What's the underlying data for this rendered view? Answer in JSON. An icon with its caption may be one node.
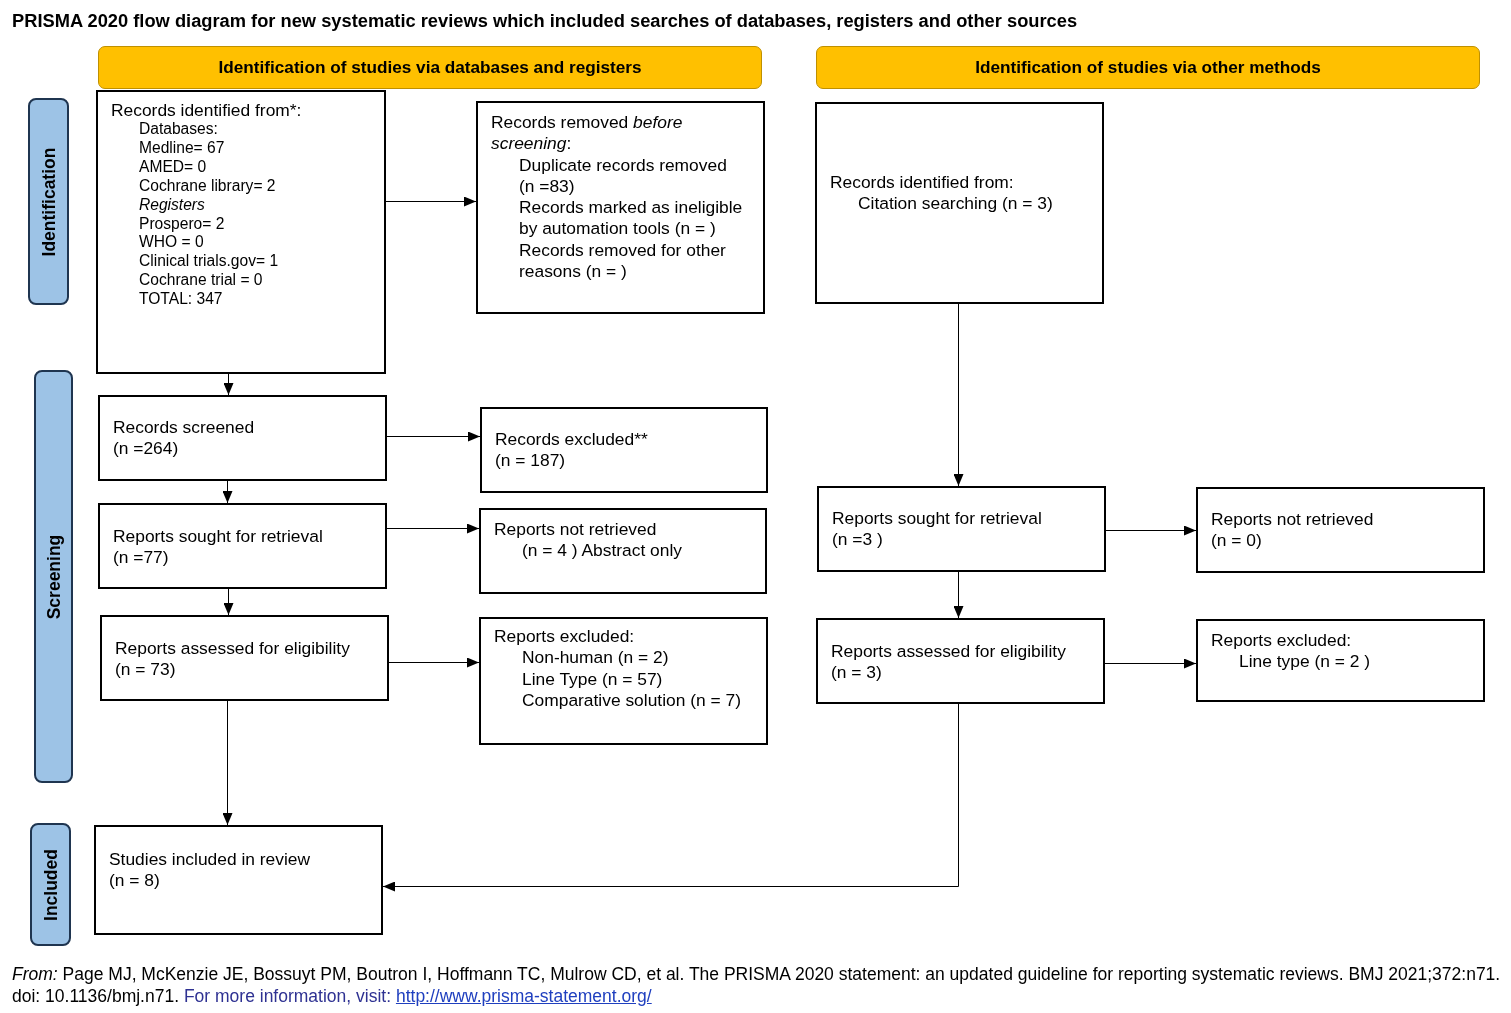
{
  "diagram": {
    "title": "PRISMA 2020 flow diagram for new systematic reviews which included searches of databases, registers and other sources",
    "nodes": [
      {
        "text": [
          "Identification of studies via databases and registers"
        ]
      },
      {
        "text": [
          "Identification of studies via other methods"
        ]
      },
      {
        "text": [
          "Identification"
        ]
      },
      {
        "text": [
          "Records identified from*:",
          "Databases:",
          "Medline= 67",
          "AMED= 0",
          "Cochrane library= 2",
          "Registers",
          "Prospero= 2",
          "WHO = 0",
          "Clinical trials.gov= 1",
          "Cochrane trial = 0",
          "TOTAL: 347"
        ]
      },
      {
        "text": [
          "Records removed *before screening*:",
          "Duplicate records removed (n =83)",
          "Records marked as ineligible by automation tools (n = )",
          "Records removed for other reasons (n = )"
        ]
      },
      {
        "text": [
          "Records identified from:",
          "Citation searching (n = 3)"
        ]
      },
      {
        "text": [
          "Screening"
        ]
      },
      {
        "text": [
          "Records screened",
          "(n =264)"
        ]
      },
      {
        "text": [
          "Records excluded**",
          "(n = 187)"
        ]
      },
      {
        "text": [
          "Reports sought for retrieval",
          "(n =77)"
        ]
      },
      {
        "text": [
          "Reports not retrieved",
          "(n = 4 ) Abstract only"
        ]
      },
      {
        "text": [
          "Reports assessed for eligibility",
          "(n = 73)"
        ]
      },
      {
        "text": [
          "Reports excluded:",
          "Non-human (n = 2)",
          "Line Type (n = 57)",
          "Comparative solution (n = 7)"
        ]
      },
      {
        "text": [
          "Reports sought for retrieval",
          "(n =3 )"
        ]
      },
      {
        "text": [
          "Reports not retrieved",
          "(n = 0)"
        ]
      },
      {
        "text": [
          "Reports assessed for eligibility",
          "(n = 3)"
        ]
      },
      {
        "text": [
          "Reports excluded:",
          "Line type (n = 2 )"
        ]
      },
      {
        "text": [
          "Included"
        ]
      },
      {
        "text": [
          "Studies included in review",
          "(n = 8)"
        ]
      }
    ],
    "edges": [
      {
        "from": 3,
        "to": 4,
        "arrow": "to"
      },
      {
        "from": 3,
        "to": 7,
        "arrow": "to"
      },
      {
        "from": 7,
        "to": 8,
        "arrow": "to"
      },
      {
        "from": 7,
        "to": 9,
        "arrow": "to"
      },
      {
        "from": 9,
        "to": 10,
        "arrow": "to"
      },
      {
        "from": 9,
        "to": 11,
        "arrow": "to"
      },
      {
        "from": 11,
        "to": 12,
        "arrow": "to"
      },
      {
        "from": 11,
        "to": 18,
        "arrow": "to"
      },
      {
        "from": 5,
        "to": 13,
        "arrow": "to"
      },
      {
        "from": 13,
        "to": 14,
        "arrow": "to"
      },
      {
        "from": 13,
        "to": 15,
        "arrow": "to"
      },
      {
        "from": 15,
        "to": 16,
        "arrow": "to"
      },
      {
        "from": 15,
        "to": 18,
        "arrow": "to"
      }
    ],
    "caption": "*From:* Page MJ, McKenzie JE, Bossuyt PM, Boutron I, Hoffmann TC, Mulrow CD, et al. The PRISMA 2020 statement: an updated guideline for reporting systematic reviews. BMJ 2021;372:n71. doi: 10.1136/bmj.n71.",
    "labels": [
      "For more information, visit:",
      "http://www.prisma-statement.org/"
    ]
  }
}
